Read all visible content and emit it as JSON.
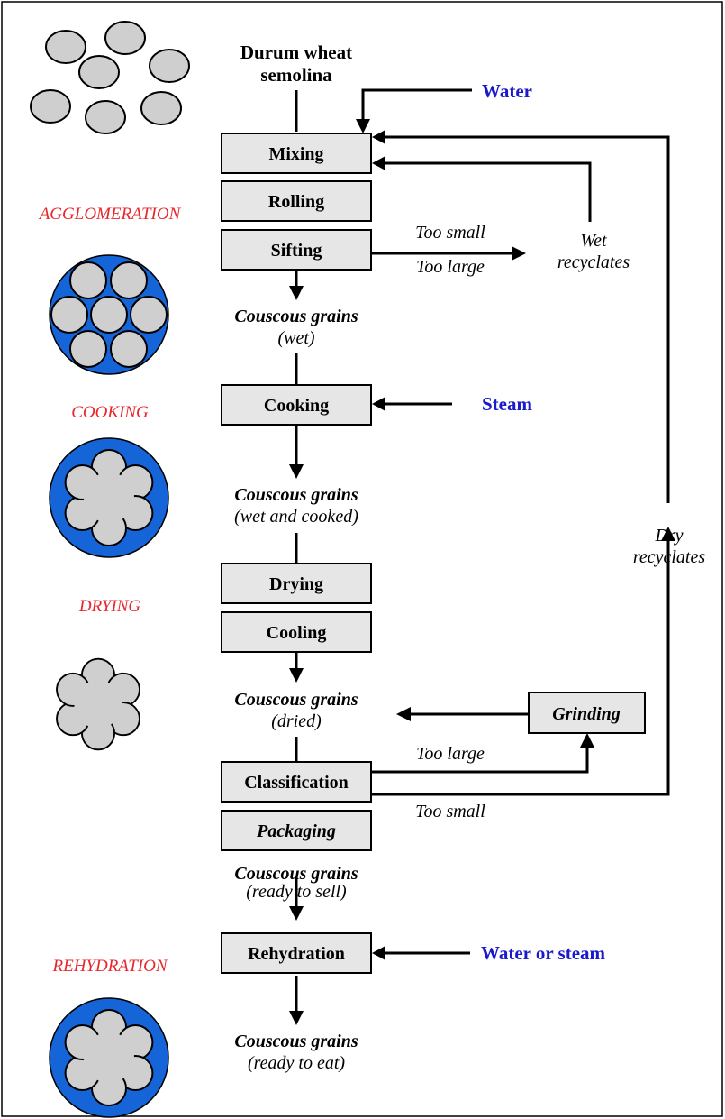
{
  "inputs": {
    "semolina_line1": "Durum wheat",
    "semolina_line2": "semolina",
    "water": "Water",
    "steam": "Steam",
    "water_or_steam": "Water or steam"
  },
  "steps": {
    "mixing": "Mixing",
    "rolling": "Rolling",
    "sifting": "Sifting",
    "cooking": "Cooking",
    "drying": "Drying",
    "cooling": "Cooling",
    "grinding": "Grinding",
    "classification": "Classification",
    "packaging": "Packaging",
    "rehydration": "Rehydration"
  },
  "products": {
    "name": "Couscous grains",
    "wet": "(wet)",
    "wet_cooked": "(wet and cooked)",
    "dried": "(dried)",
    "ready_to_sell": "(ready to sell)",
    "ready_to_eat": "(ready to eat)"
  },
  "recycle": {
    "too_small": "Too small",
    "too_large": "Too large",
    "wet_line1": "Wet",
    "wet_line2": "recyclates",
    "dry_line1": "Dry",
    "dry_line2": "recyclates"
  },
  "stages": {
    "agglomeration": "AGGLOMERATION",
    "cooking": "COOKING",
    "drying": "DRYING",
    "rehydration": "REHYDRATION"
  },
  "colors": {
    "stage_label": "#e8262b",
    "input_label": "#1a1acc",
    "disc": "#1565d8",
    "grain": "#cfcfcf",
    "box": "#e6e6e6"
  }
}
